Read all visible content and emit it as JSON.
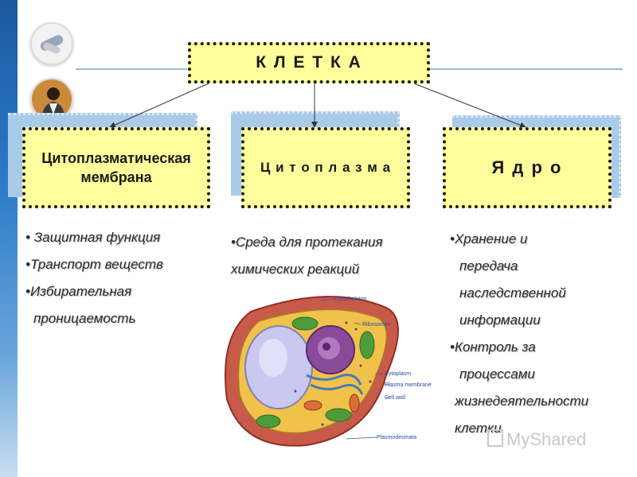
{
  "root": {
    "label": "К Л Е Т К А"
  },
  "nodes": [
    {
      "label": "Цитоплазматическая мембрана",
      "items": [
        "• Защитная функция",
        "•Транспорт веществ",
        "•Избирательная",
        "  проницаемость"
      ]
    },
    {
      "label": "Ц и т о п л а з м а",
      "items": [
        "•Среда для протекания",
        "химических реакций"
      ]
    },
    {
      "label": "Я д р о",
      "items": [
        "•Хранение и",
        "передача",
        "наследственной",
        "информации",
        "•Контроль за",
        "процессами",
        "жизнедеятельности",
        "клетки"
      ]
    }
  ],
  "cell_labels": [
    "Cytoskeleton",
    "Ribosomes",
    "Cytoplasm",
    "Plasma membrane",
    "Cell wall",
    "Plasmodesmata"
  ],
  "watermark": "MyShared",
  "colors": {
    "box_fill": "#fefe9c",
    "shadow": "#a9cbe9",
    "accent_line": "#9dbad8",
    "left_strip": "#2e7cc8"
  },
  "icons": [
    "pills-icon",
    "doctor-icon",
    "arrow-icon"
  ]
}
